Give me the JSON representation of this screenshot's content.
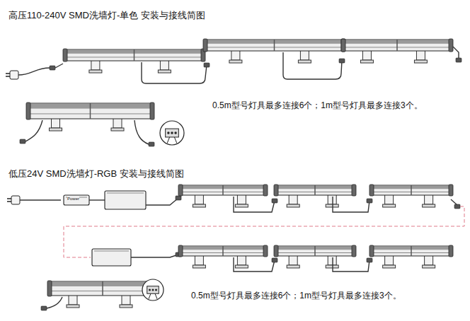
{
  "diagram": {
    "title": "高压110-240V SMD洗墙灯-单色 安装与接线简图",
    "labels": [
      "0.5m型号灯具最多连接6个；1m型号灯具最多连接3个。",
      "低压24V SMD洗墙灯-RGB 安装与接线简图",
      "Power",
      "0.5m型号灯具最多连接6个；1m型号灯具最多连接3个。"
    ]
  }
}
